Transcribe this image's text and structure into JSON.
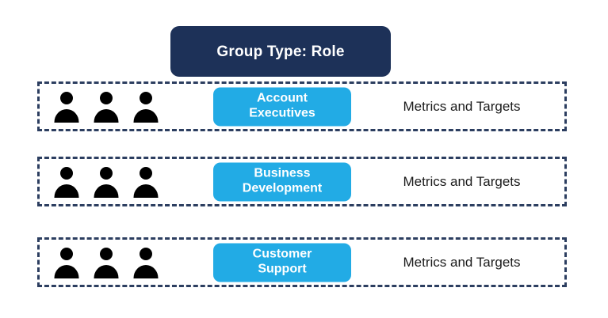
{
  "header": {
    "title": "Group Type: Role",
    "background_color": "#1d3158",
    "text_color": "#ffffff"
  },
  "theme": {
    "navy": "#1d3158",
    "dashed_border": "#2c3e60",
    "accent_blue": "#22abe5",
    "icon_black": "#000000",
    "page_background": "#ffffff"
  },
  "groups": [
    {
      "people_icon": "person-icon",
      "people_count": 3,
      "role_label": "Account\nExecutives",
      "metrics_label": "Metrics and Targets"
    },
    {
      "people_icon": "person-icon",
      "people_count": 3,
      "role_label": "Business\nDevelopment",
      "metrics_label": "Metrics and Targets"
    },
    {
      "people_icon": "person-icon",
      "people_count": 3,
      "role_label": "Customer\nSupport",
      "metrics_label": "Metrics and Targets"
    }
  ]
}
